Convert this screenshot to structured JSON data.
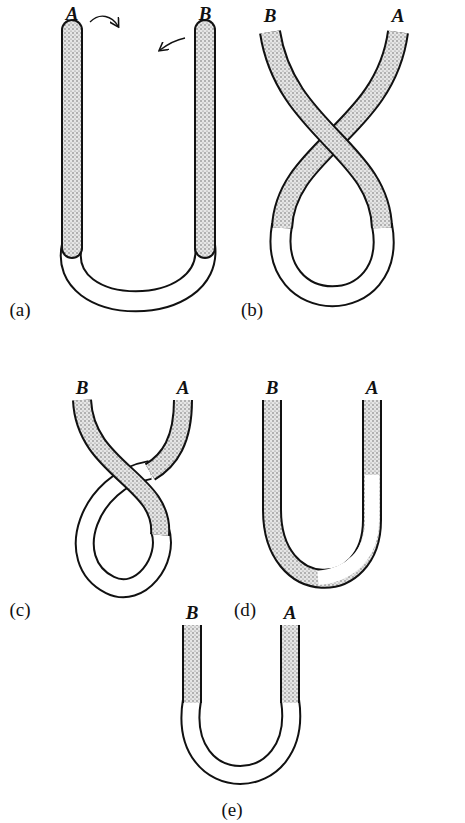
{
  "diagram": {
    "labels": [
      "A",
      "B",
      "(a)",
      "B",
      "A",
      "(b)",
      "B",
      "A",
      "(c)",
      "B",
      "A",
      "(d)",
      "B",
      "A",
      "(e)"
    ]
  }
}
